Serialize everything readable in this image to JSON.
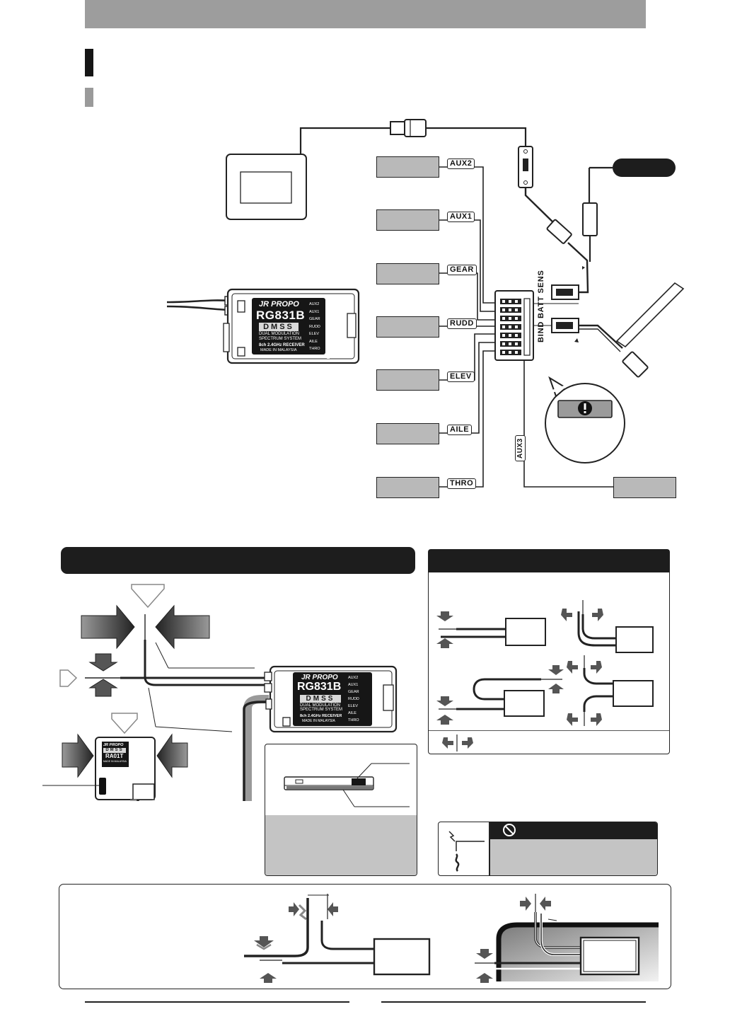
{
  "receiver": {
    "brand": "JR PROPO",
    "model": "RG831B",
    "logo": "DMSS",
    "line1": "DUAL MODULATION",
    "line2": "SPECTRUM SYSTEM",
    "line3": "8ch 2.4GHz RECEIVER",
    "line4": "MADE IN MALAYSIA",
    "ports": [
      "AUX2",
      "AUX1",
      "GEAR",
      "RUDD",
      "ELEV",
      "AILE",
      "THRO"
    ],
    "side_label": "BIND BATT SENS",
    "aux3_label": "AUX3"
  },
  "channels": [
    "AUX2",
    "AUX1",
    "GEAR",
    "RUDD",
    "ELEV",
    "AILE",
    "THRO"
  ],
  "connector_labels": {
    "side_ports": "BIND BATT SENS",
    "aux3": "AUX3"
  },
  "satellite": {
    "brand": "JR PROPO",
    "logo": "DMSS",
    "model": "RA01T",
    "sub": "MADE IN MALAYSIA"
  },
  "colors": {
    "header_bar": "#9d9d9d",
    "dark_panel": "#1d1d1d",
    "box_gray": "#b9b9b9"
  }
}
